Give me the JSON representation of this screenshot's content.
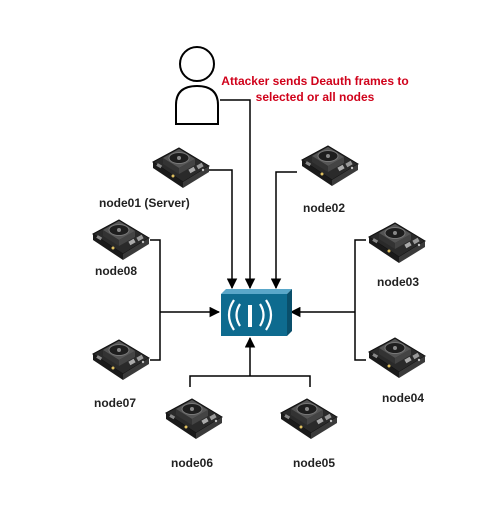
{
  "attacker": {
    "caption_line1": "Attacker sends Deauth frames to",
    "caption_line2": "selected or all nodes",
    "caption_color": "#d0021b",
    "icon": "person-icon"
  },
  "access_point": {
    "icon": "wireless-access-point-icon",
    "color": "#0e6b8f"
  },
  "nodes": [
    {
      "id": "node01",
      "label": "node01 (Server)",
      "icon": "sbc-board-icon"
    },
    {
      "id": "node02",
      "label": "node02",
      "icon": "sbc-board-icon"
    },
    {
      "id": "node03",
      "label": "node03",
      "icon": "sbc-board-icon"
    },
    {
      "id": "node04",
      "label": "node04",
      "icon": "sbc-board-icon"
    },
    {
      "id": "node05",
      "label": "node05",
      "icon": "sbc-board-icon"
    },
    {
      "id": "node06",
      "label": "node06",
      "icon": "sbc-board-icon"
    },
    {
      "id": "node07",
      "label": "node07",
      "icon": "sbc-board-icon"
    },
    {
      "id": "node08",
      "label": "node08",
      "icon": "sbc-board-icon"
    }
  ]
}
